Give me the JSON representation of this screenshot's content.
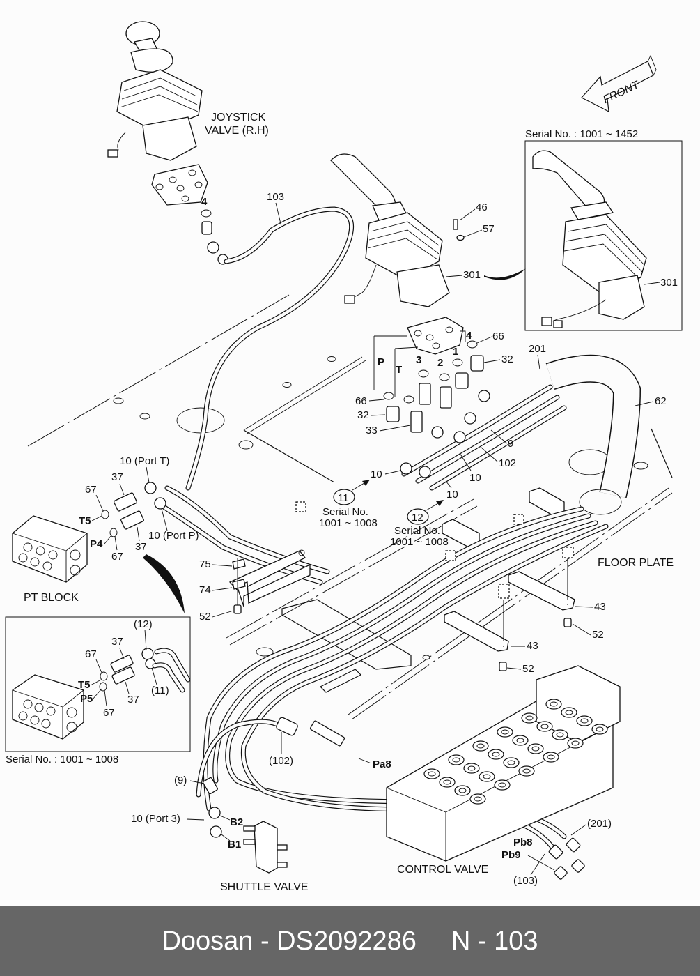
{
  "footer": {
    "brand_part": "Doosan - DS2092286",
    "page": "N - 103"
  },
  "orientation": {
    "front_label": "FRONT",
    "icon": "front-arrow-icon"
  },
  "captions": {
    "joystick_line1": "JOYSTICK",
    "joystick_line2": "VALVE (R.H)",
    "pt_block": "PT BLOCK",
    "floor_plate": "FLOOR PLATE",
    "shuttle_valve": "SHUTTLE VALVE",
    "control_valve": "CONTROL VALVE"
  },
  "insets": {
    "joystick": {
      "serial": "Serial No. : 1001 ~ 1452",
      "part": "301"
    },
    "pt_block": {
      "serial": "Serial No. : 1001 ~ 1008",
      "labels": [
        "(12)",
        "37",
        "67",
        "T5",
        "P5",
        "37",
        "67",
        "(11)"
      ]
    }
  },
  "callouts": {
    "c11": {
      "num": "11",
      "serial_line1": "Serial No.",
      "serial_line2": "1001 ~ 1008"
    },
    "c12": {
      "num": "12",
      "serial_line1": "Serial No.",
      "serial_line2": "1001 ~ 1008"
    }
  },
  "part_labels": {
    "p103": "103",
    "p4_top": "4",
    "p46": "46",
    "p57": "57",
    "p301": "301",
    "p4": "4",
    "p66_r": "66",
    "p1": "1",
    "p2": "2",
    "p3": "3",
    "pT": "T",
    "pP": "P",
    "p32_r": "32",
    "p201": "201",
    "p62": "62",
    "p66_l": "66",
    "p32_l": "32",
    "p33": "33",
    "p9": "9",
    "p102": "102",
    "p10_a": "10",
    "p10_b": "10",
    "p10_c": "10",
    "p10_portT": "10 (Port T)",
    "p37_a": "37",
    "p67_a": "67",
    "pT5": "T5",
    "pP4": "P4",
    "p67_b": "67",
    "p37_b": "37",
    "p10_portP": "10 (Port P)",
    "p75": "75",
    "p74": "74",
    "p52_a": "52",
    "p43_a": "43",
    "p52_b": "52",
    "p43_b": "43",
    "p52_c": "52",
    "p102_paren": "(102)",
    "pPa8": "Pa8",
    "p9_paren": "(9)",
    "p10_port3": "10 (Port 3)",
    "pB2": "B2",
    "pB1": "B1",
    "p201_paren": "(201)",
    "pPb8": "Pb8",
    "pPb9": "Pb9",
    "p103_paren": "(103)"
  }
}
